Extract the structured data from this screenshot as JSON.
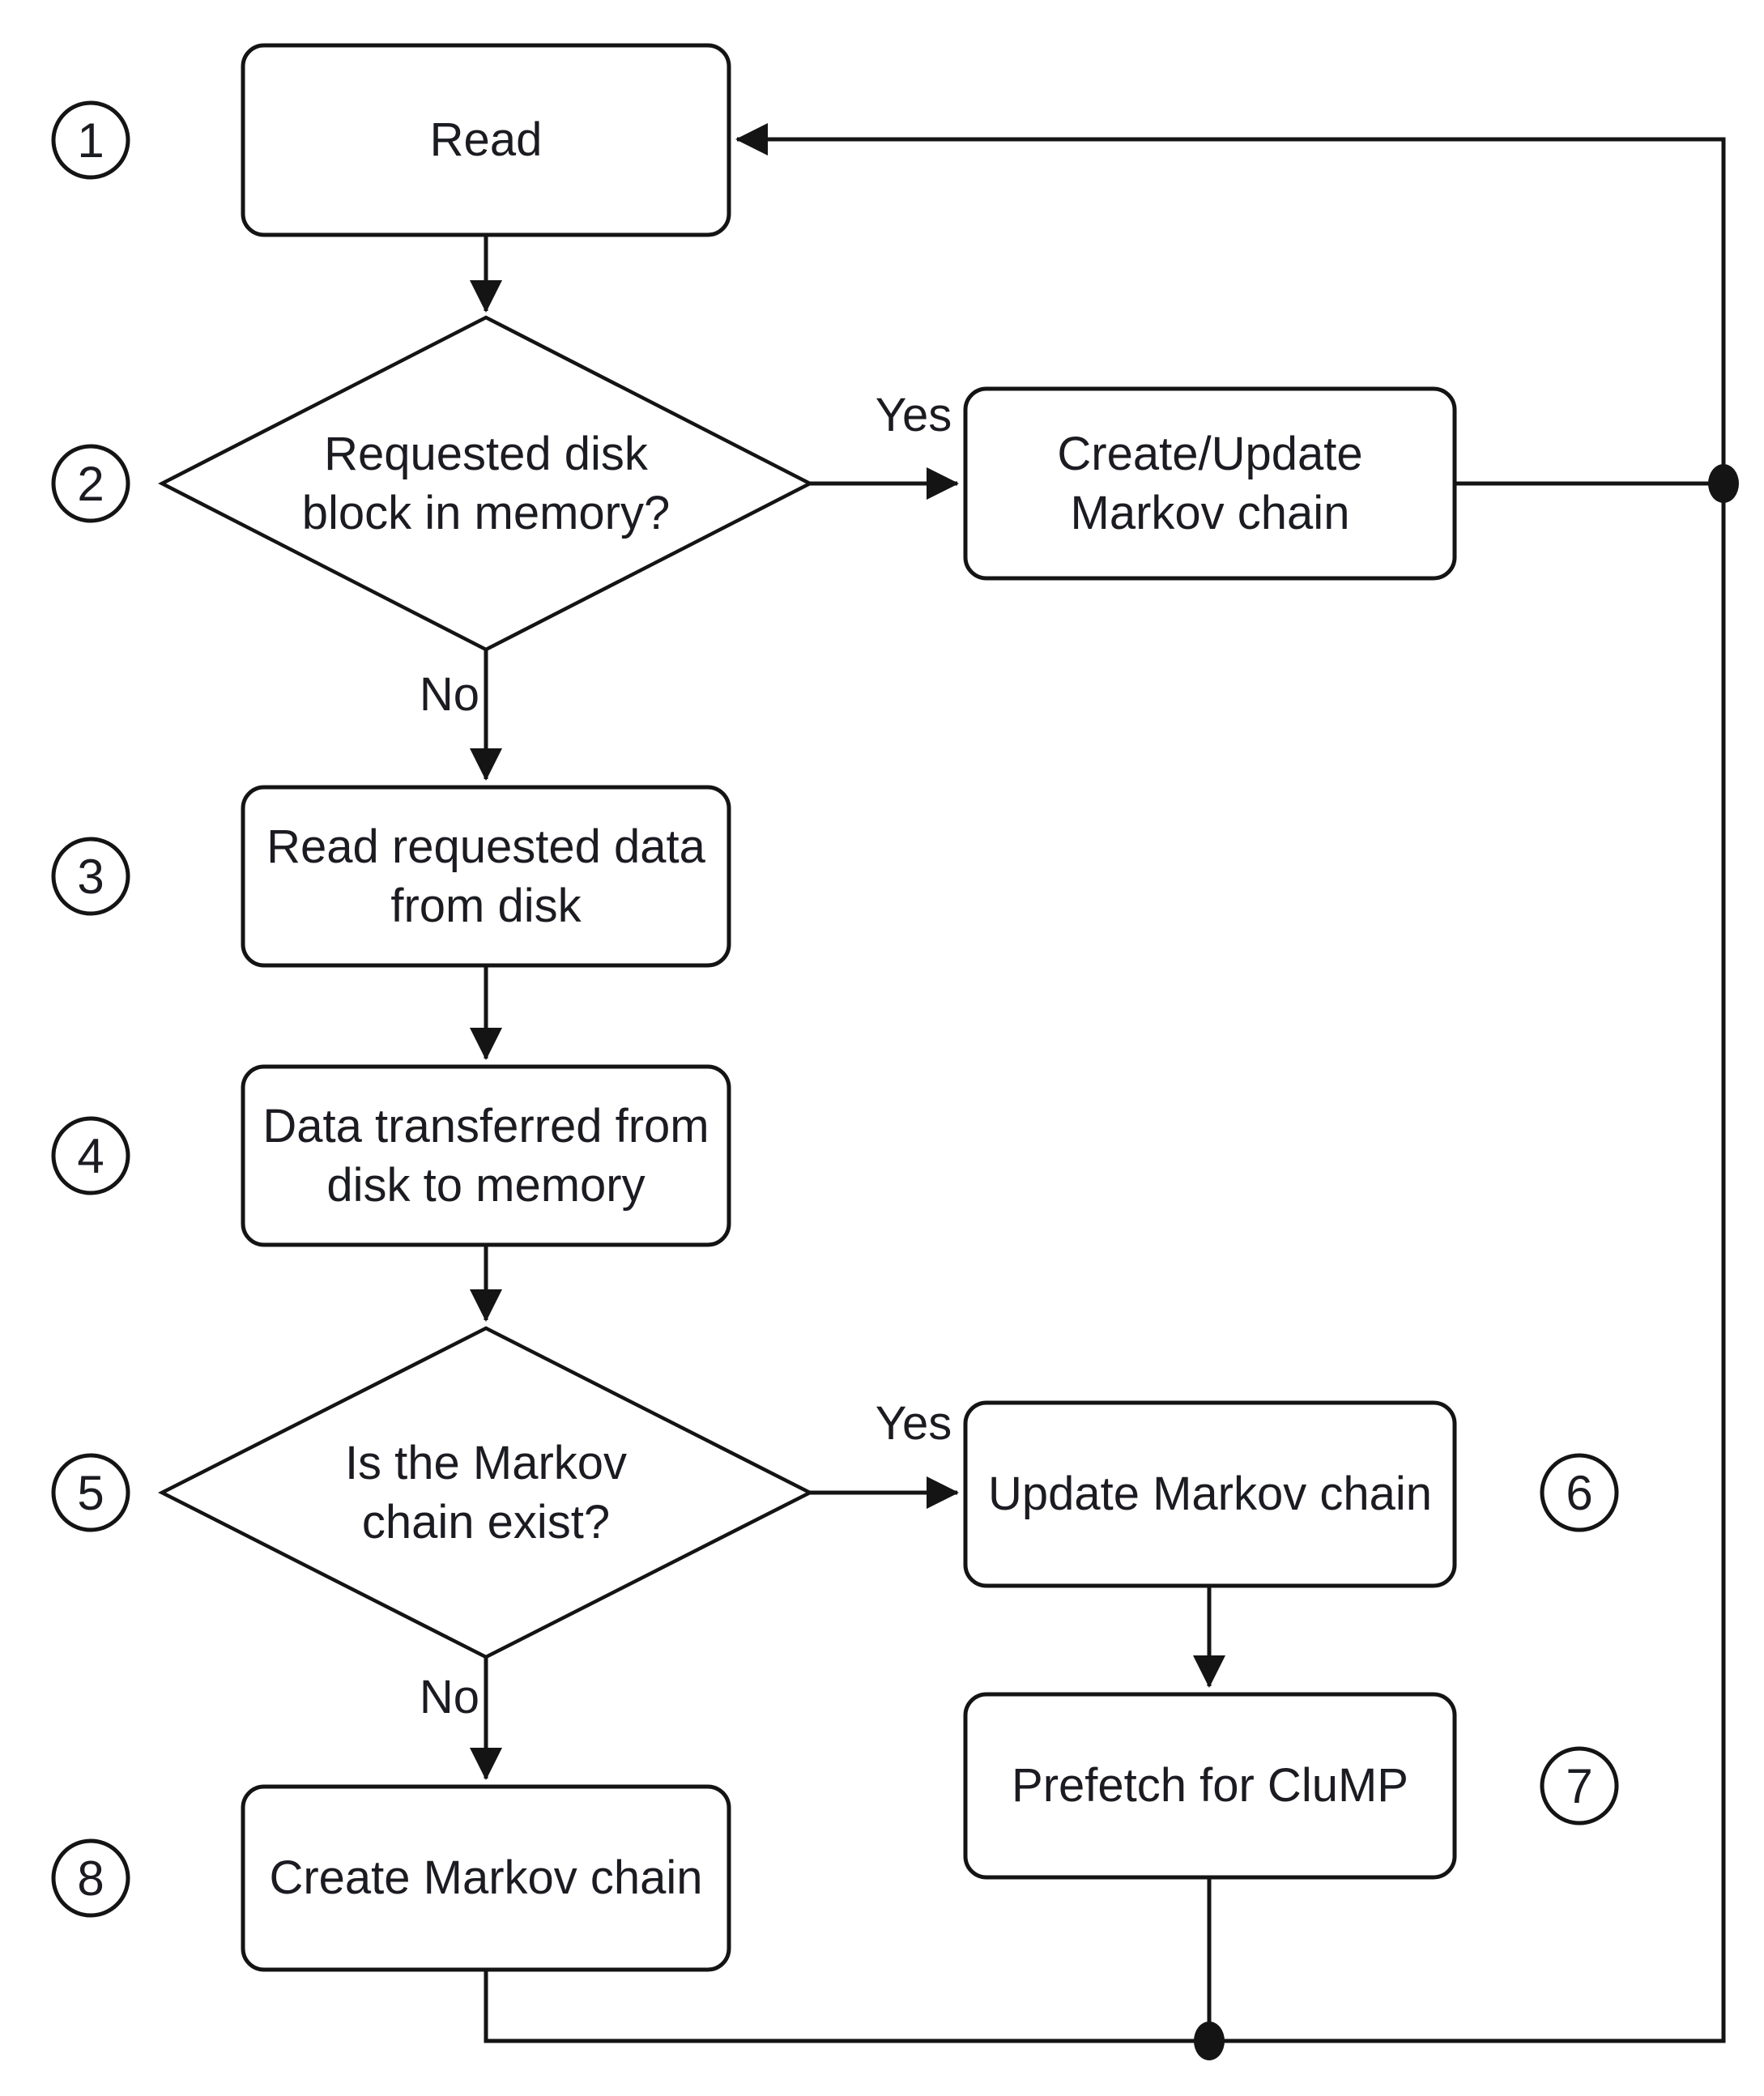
{
  "diagram": {
    "colors": {
      "background": "#ffffff",
      "line": "#141414",
      "text": "#1b1b22",
      "node_fill": "#ffffff"
    },
    "nodes": {
      "read": {
        "label": "Read"
      },
      "requested_disk_decision": {
        "lines": [
          "Requested disk",
          "block in memory?"
        ]
      },
      "create_update_markov": {
        "lines": [
          "Create/Update",
          "Markov chain"
        ]
      },
      "read_requested_data": {
        "lines": [
          "Read requested data",
          "from disk"
        ]
      },
      "data_transferred": {
        "lines": [
          "Data transferred from",
          "disk to memory"
        ]
      },
      "markov_exist_decision": {
        "lines": [
          "Is the Markov",
          "chain exist?"
        ]
      },
      "update_markov": {
        "label": "Update Markov chain"
      },
      "prefetch_clump": {
        "label": "Prefetch for CluMP"
      },
      "create_markov": {
        "label": "Create Markov chain"
      }
    },
    "edge_labels": {
      "top_yes": "Yes",
      "top_no": "No",
      "bottom_yes": "Yes",
      "bottom_no": "No"
    },
    "badges": {
      "b1": "1",
      "b2": "2",
      "b3": "3",
      "b4": "4",
      "b5": "5",
      "b6": "6",
      "b7": "7",
      "b8": "8"
    }
  }
}
